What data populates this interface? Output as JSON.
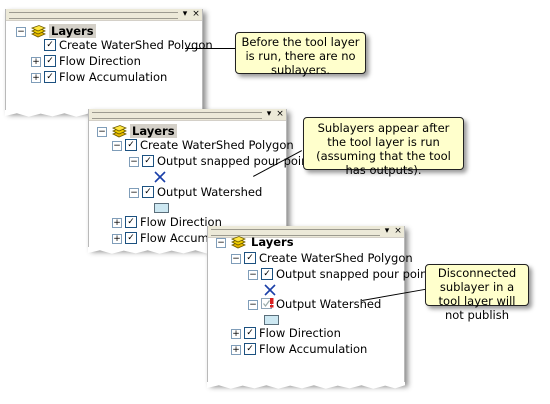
{
  "panels": [
    {
      "root": "Layers",
      "layers": [
        "Create WaterShed Polygon",
        "Flow Direction",
        "Flow Accumulation"
      ]
    },
    {
      "root": "Layers",
      "tool_layer": "Create WaterShed Polygon",
      "sublayers": [
        "Output snapped pour poin",
        "Output Watershed"
      ],
      "layers": [
        "Flow Direction",
        "Flow Accumul"
      ]
    },
    {
      "root": "Layers",
      "tool_layer": "Create WaterShed Polygon",
      "sublayers": [
        "Output snapped pour poin",
        "Output Watershed"
      ],
      "layers": [
        "Flow Direction",
        "Flow Accumulation"
      ]
    }
  ],
  "callouts": [
    "Before the tool layer is run, there are no sublayers.",
    "Sublayers appear after the tool layer is run (assuming that the tool has outputs).",
    "Disconnected sublayer in a tool layer will not publish"
  ],
  "glyphs": {
    "collapse": "−",
    "expand": "+",
    "check": "✓"
  },
  "colors": {
    "callout_fill": "#ffffcc",
    "selection_bg": "#d4d0c8",
    "polygon_fill": "#cde8f2",
    "point_symbol": "#1a3fa8"
  }
}
